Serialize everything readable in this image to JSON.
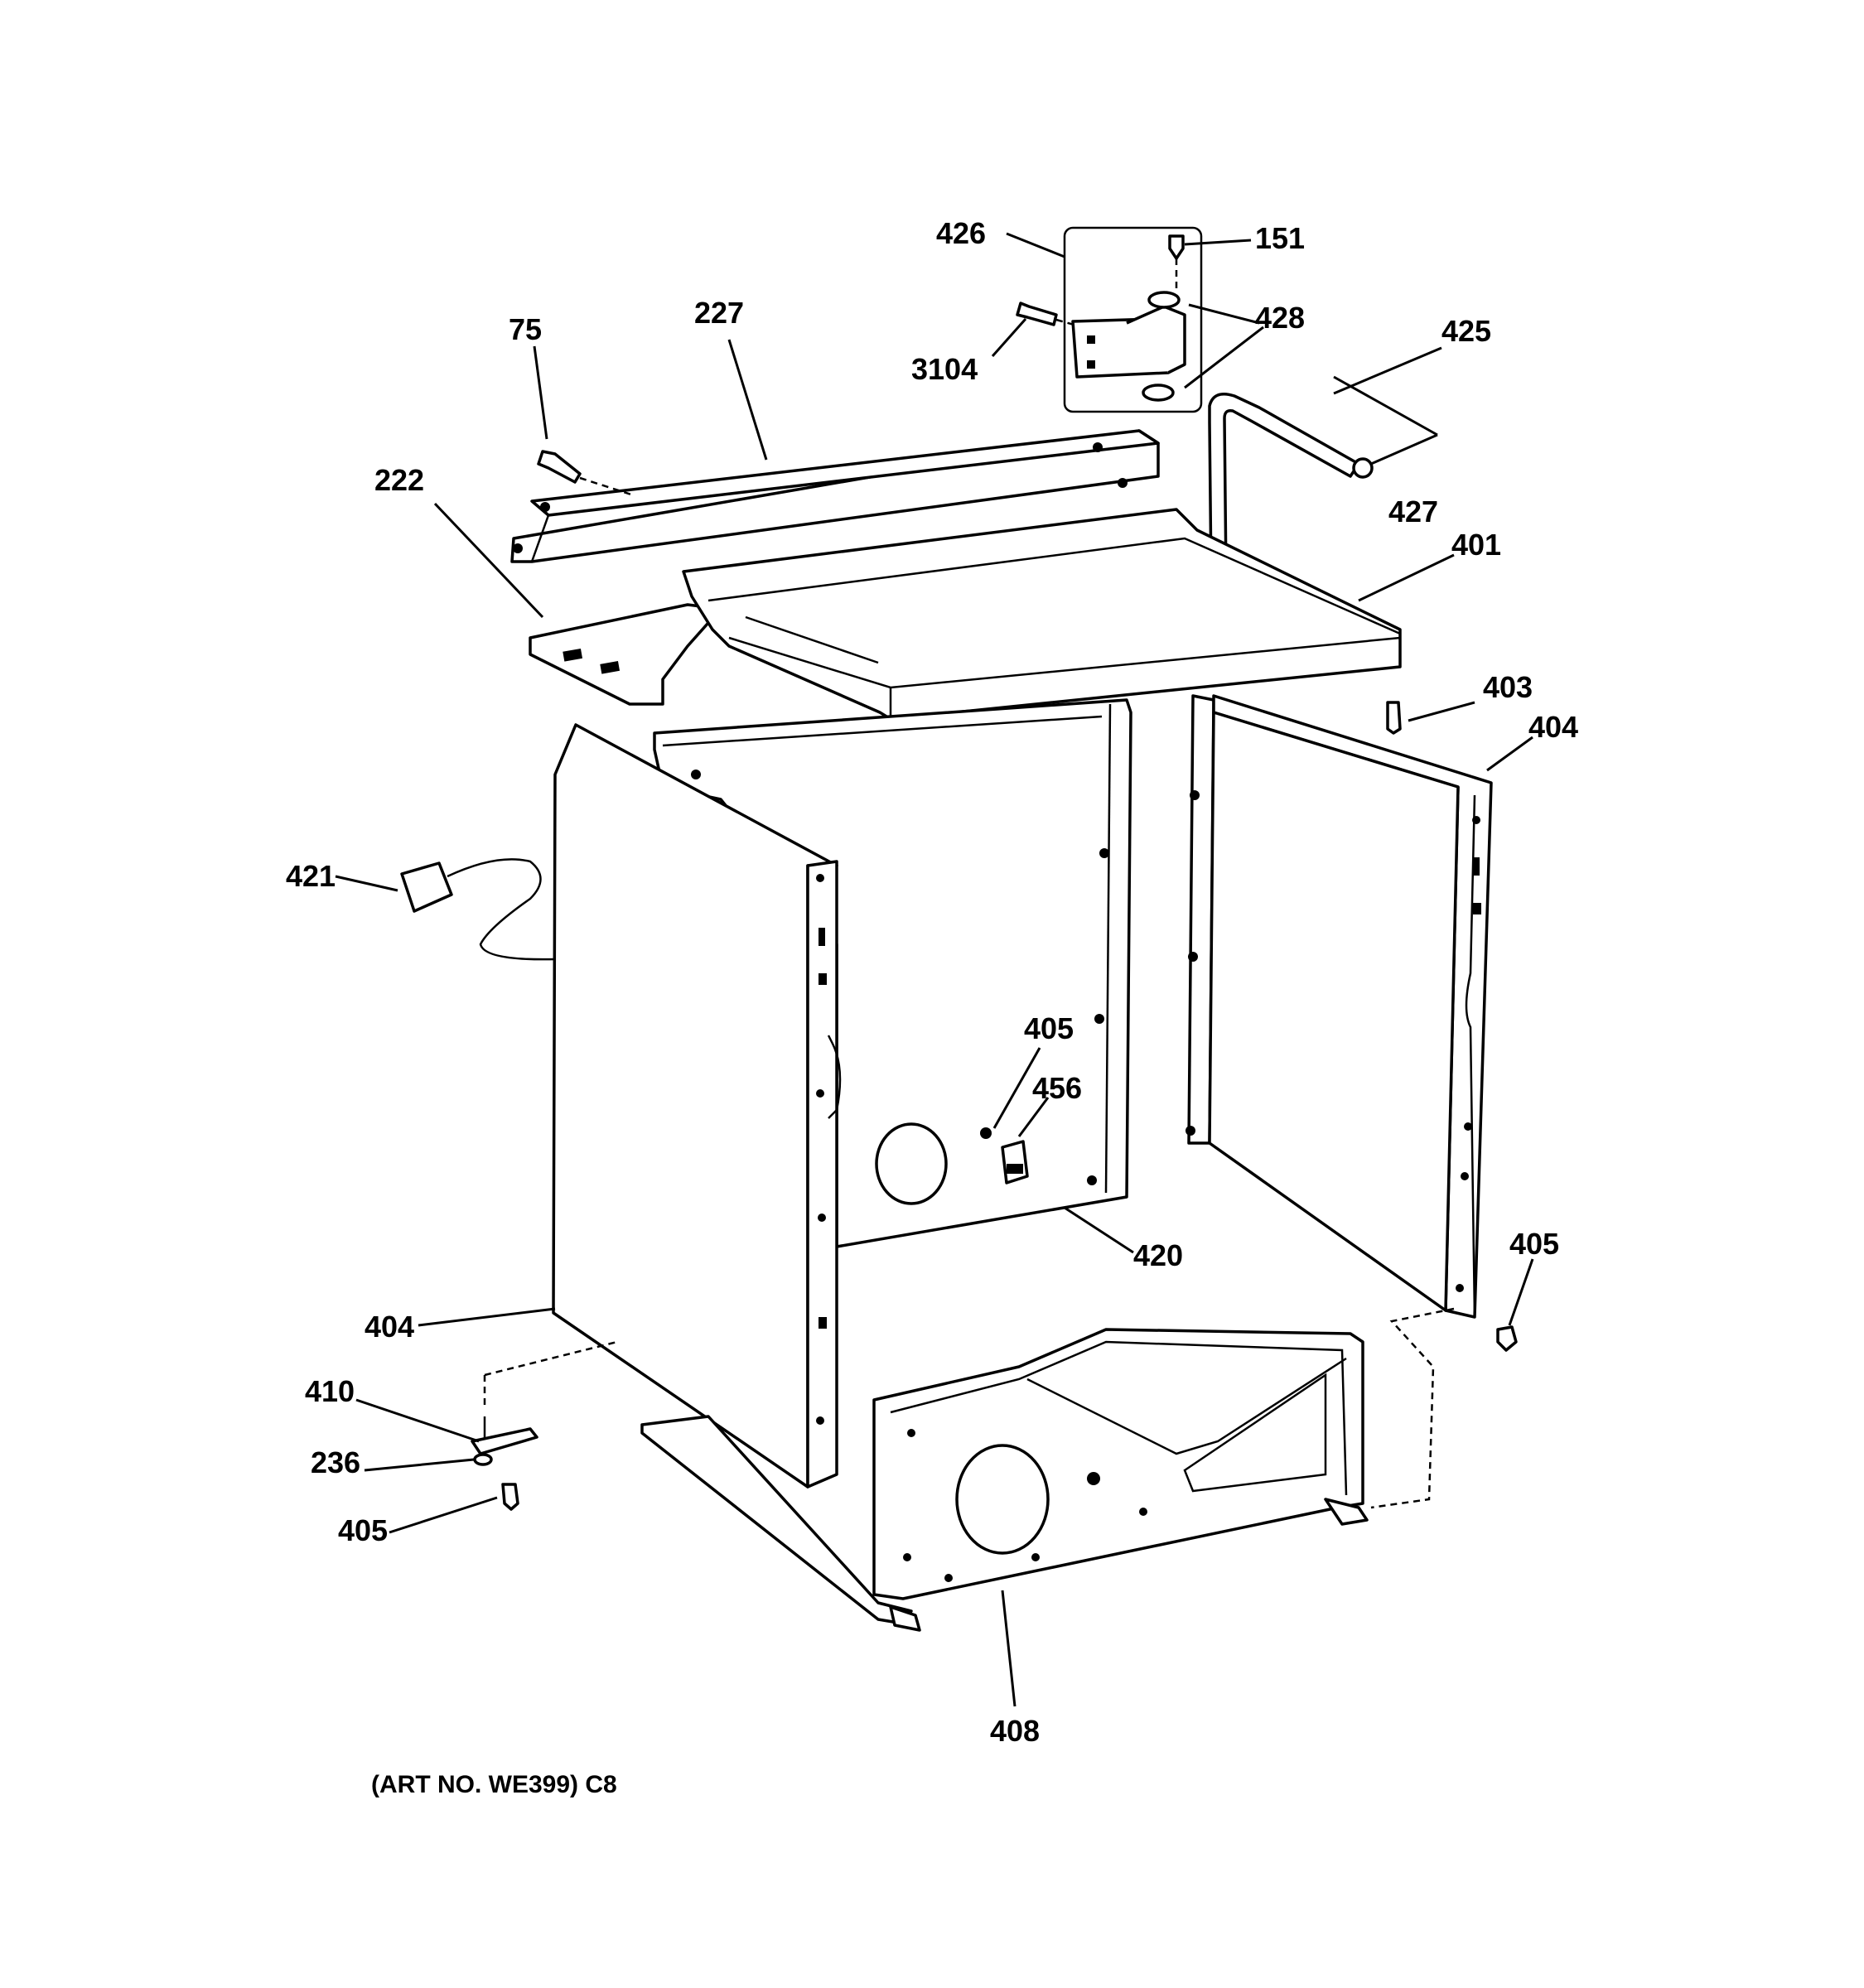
{
  "callouts": {
    "c426": "426",
    "c151": "151",
    "c428": "428",
    "c3104": "3104",
    "c425": "425",
    "c75": "75",
    "c227": "227",
    "c222": "222",
    "c427": "427",
    "c401": "401",
    "c403": "403",
    "c404_right": "404",
    "c421": "421",
    "c405_back": "405",
    "c456": "456",
    "c420": "420",
    "c405_right": "405",
    "c404_left": "404",
    "c410": "410",
    "c236": "236",
    "c405_left": "405",
    "c408": "408"
  },
  "caption": "(ART NO. WE399) C8"
}
